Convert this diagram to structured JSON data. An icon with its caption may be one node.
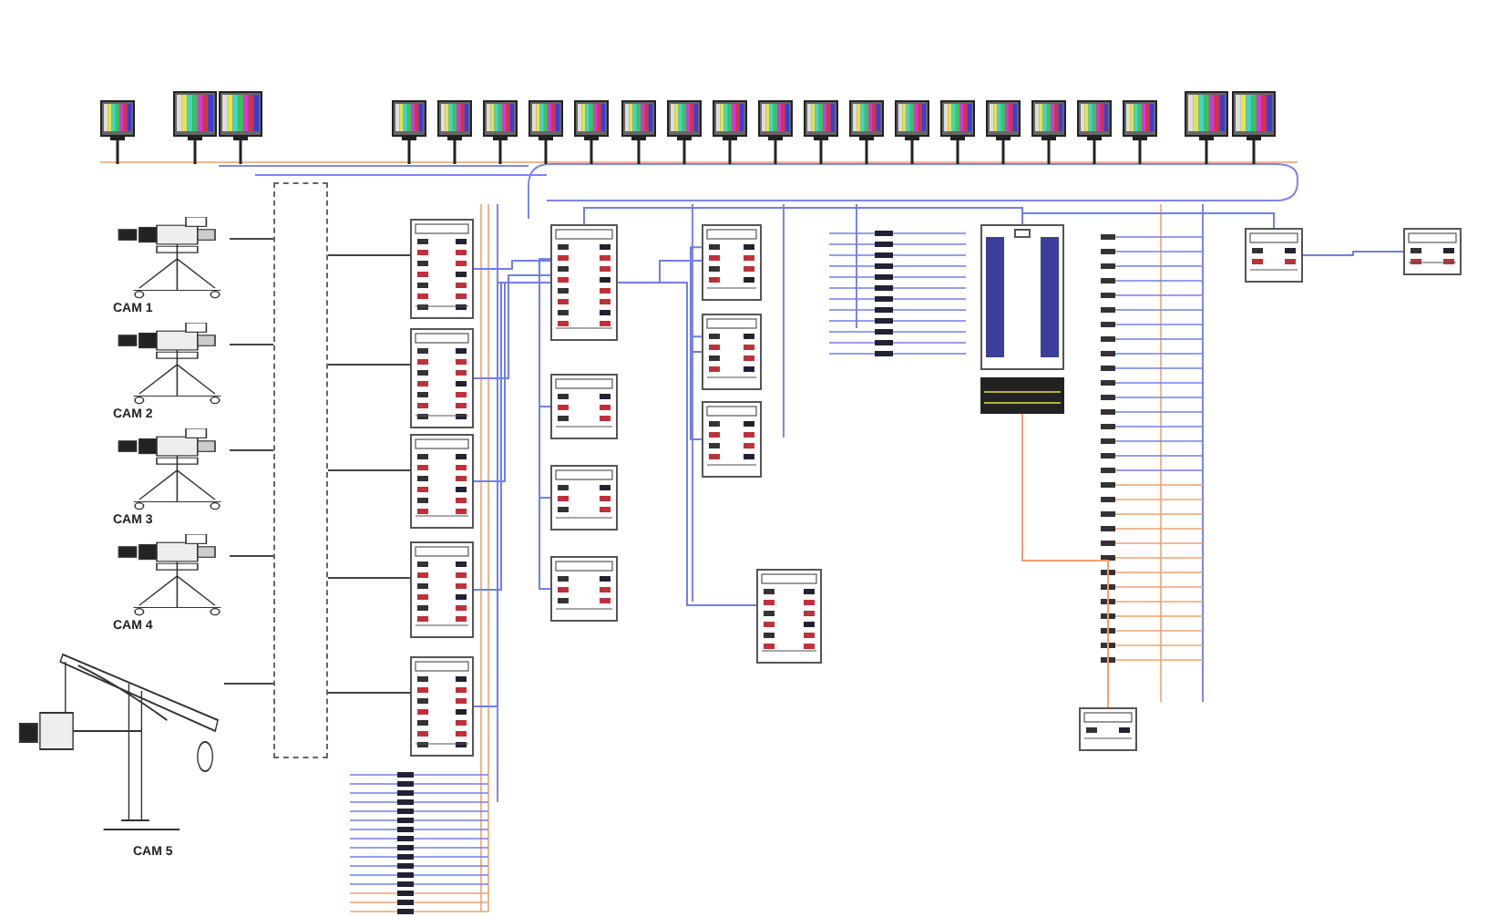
{
  "diagram": {
    "nodes": [
      {
        "text": [
          "CAM 1"
        ]
      },
      {
        "text": [
          "CAM 2"
        ]
      },
      {
        "text": [
          "CAM 3"
        ]
      },
      {
        "text": [
          "CAM 4"
        ]
      },
      {
        "text": [
          "CAM 5"
        ]
      },
      {
        "text": [],
        "shape": "box"
      },
      {
        "text": [],
        "shape": "box"
      },
      {
        "text": [],
        "shape": "box"
      },
      {
        "text": [],
        "shape": "box"
      },
      {
        "text": [],
        "shape": "box"
      },
      {
        "text": [],
        "shape": "box"
      },
      {
        "text": [],
        "shape": "box"
      },
      {
        "text": [],
        "shape": "box"
      },
      {
        "text": [],
        "shape": "box"
      },
      {
        "text": [],
        "shape": "box"
      },
      {
        "text": [],
        "shape": "box"
      },
      {
        "text": [],
        "shape": "box"
      },
      {
        "text": [],
        "shape": "box"
      },
      {
        "text": [],
        "shape": "box"
      },
      {
        "text": [],
        "shape": "box"
      },
      {
        "text": [],
        "shape": "box"
      },
      {
        "text": [],
        "shape": "box"
      },
      {
        "text": [],
        "shape": "box"
      },
      {
        "text": [],
        "shape": "picture"
      },
      {
        "text": [],
        "shape": "picture"
      },
      {
        "text": [],
        "shape": "picture"
      },
      {
        "text": [],
        "shape": "picture"
      },
      {
        "text": [],
        "shape": "picture"
      },
      {
        "text": [],
        "shape": "picture"
      },
      {
        "text": [],
        "shape": "picture"
      },
      {
        "text": [],
        "shape": "picture"
      },
      {
        "text": [],
        "shape": "picture"
      },
      {
        "text": [],
        "shape": "picture"
      },
      {
        "text": [],
        "shape": "picture"
      },
      {
        "text": [],
        "shape": "picture"
      },
      {
        "text": [],
        "shape": "picture"
      },
      {
        "text": [],
        "shape": "picture"
      },
      {
        "text": [],
        "shape": "picture"
      },
      {
        "text": [],
        "shape": "picture"
      },
      {
        "text": [],
        "shape": "picture"
      },
      {
        "text": [],
        "shape": "picture"
      },
      {
        "text": [],
        "shape": "picture"
      },
      {
        "text": [],
        "shape": "picture"
      },
      {
        "text": [],
        "shape": "picture"
      },
      {
        "text": [],
        "shape": "picture"
      }
    ],
    "edges": [
      {
        "from": 0,
        "to": 5,
        "arrow": "none",
        "color": "#444444"
      },
      {
        "from": 1,
        "to": 5,
        "arrow": "none",
        "color": "#444444"
      },
      {
        "from": 2,
        "to": 5,
        "arrow": "none",
        "color": "#444444"
      },
      {
        "from": 3,
        "to": 5,
        "arrow": "none",
        "color": "#444444"
      },
      {
        "from": 4,
        "to": 5,
        "arrow": "none",
        "color": "#444444"
      },
      {
        "from": 6,
        "to": 11,
        "arrow": "none"
      },
      {
        "from": 7,
        "to": 11,
        "arrow": "none"
      },
      {
        "from": 8,
        "to": 11,
        "arrow": "none"
      },
      {
        "from": 9,
        "to": 11,
        "arrow": "none"
      },
      {
        "from": 10,
        "to": 11,
        "arrow": "none"
      },
      {
        "from": 11,
        "to": 12,
        "arrow": "none"
      },
      {
        "from": 11,
        "to": 13,
        "arrow": "none"
      },
      {
        "from": 11,
        "to": 14,
        "arrow": "none"
      },
      {
        "from": 11,
        "to": 15,
        "arrow": "none"
      },
      {
        "from": 15,
        "to": 16,
        "arrow": "none"
      },
      {
        "from": 16,
        "to": 17,
        "arrow": "none"
      },
      {
        "from": 11,
        "to": 18,
        "arrow": "none"
      },
      {
        "from": 11,
        "to": 19,
        "arrow": "none"
      },
      {
        "from": 19,
        "to": 20,
        "arrow": "none"
      },
      {
        "from": 20,
        "to": 21,
        "arrow": "none"
      },
      {
        "from": 22,
        "to": 19,
        "arrow": "none",
        "color": "#f0a070"
      },
      {
        "from": 5,
        "to": 6,
        "arrow": "none",
        "color": "#444444"
      },
      {
        "from": 5,
        "to": 7,
        "arrow": "none",
        "color": "#444444"
      },
      {
        "from": 5,
        "to": 8,
        "arrow": "none",
        "color": "#444444"
      },
      {
        "from": 5,
        "to": 9,
        "arrow": "none",
        "color": "#444444"
      },
      {
        "from": 5,
        "to": 10,
        "arrow": "none",
        "color": "#444444"
      }
    ]
  }
}
